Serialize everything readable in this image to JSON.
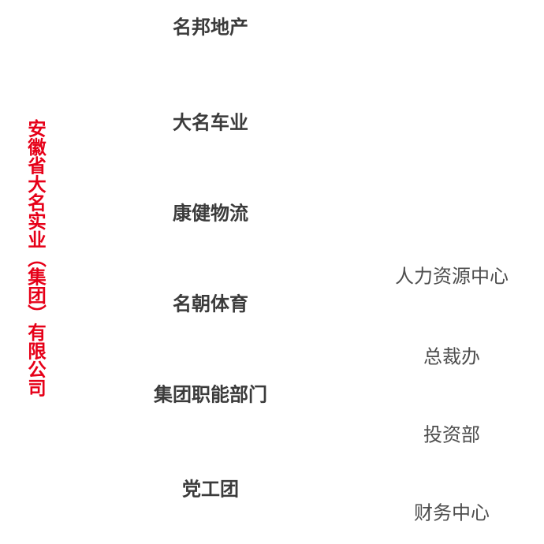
{
  "colors": {
    "root_red": "#e60018",
    "branch_dark": "#3b3b3b",
    "department_gray": "#4d4d4d",
    "background": "#ffffff"
  },
  "org": {
    "root_label": "安徽省大名实业（集团）有限公司",
    "subsidiaries": [
      {
        "label": "名邦地产"
      },
      {
        "label": "大名车业"
      },
      {
        "label": "康健物流"
      },
      {
        "label": "名朝体育"
      },
      {
        "label": "集团职能部门"
      },
      {
        "label": "党工团"
      }
    ],
    "departments": [
      {
        "label": "人力资源中心"
      },
      {
        "label": "总裁办"
      },
      {
        "label": "投资部"
      },
      {
        "label": "财务中心"
      }
    ]
  }
}
